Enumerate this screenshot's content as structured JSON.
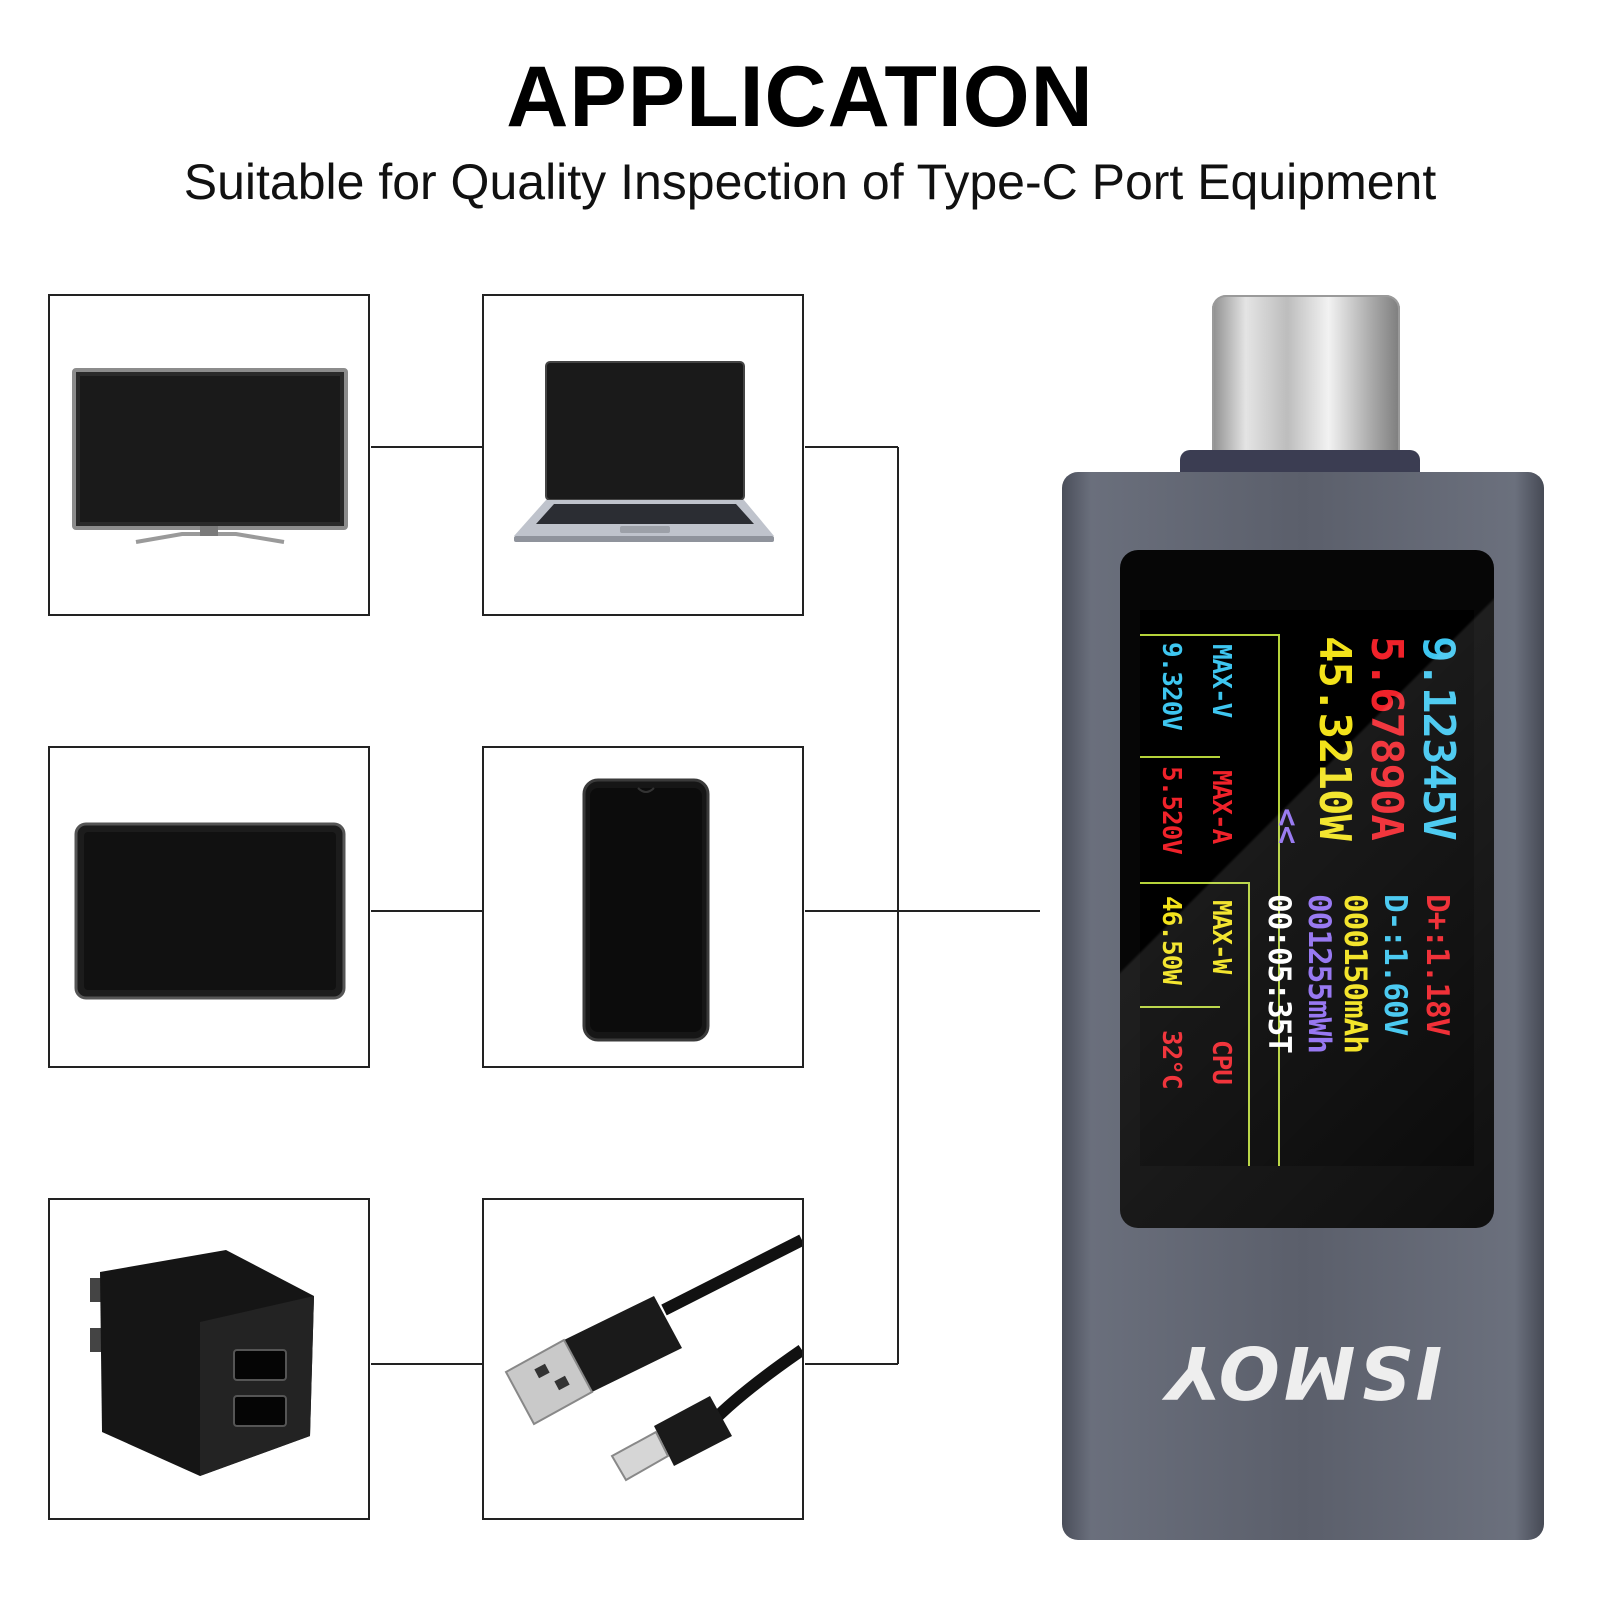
{
  "header": {
    "title": "APPLICATION",
    "subtitle": "Suitable for Quality Inspection of Type-C Port Equipment"
  },
  "devices": [
    {
      "icon": "television-icon"
    },
    {
      "icon": "laptop-icon"
    },
    {
      "icon": "tablet-icon"
    },
    {
      "icon": "smartphone-icon"
    },
    {
      "icon": "wall-charger-icon"
    },
    {
      "icon": "usb-cable-icon"
    }
  ],
  "meter": {
    "brand": "ISMOY",
    "readings": {
      "voltage": "9.12345V",
      "current": "5.67890A",
      "power": "45.3210W",
      "direction": "<<",
      "d_plus": "D+:1.18V",
      "d_minus": "D-:1.60V",
      "capacity": "000150mAh",
      "energy": "001255mWh",
      "time": "00:05:35T"
    },
    "stats": {
      "max_v_label": "MAX-V",
      "max_v_value": "9.320V",
      "max_a_label": "MAX-A",
      "max_a_value": "5.520V",
      "max_w_label": "MAX-W",
      "max_w_value": "46.50W",
      "cpu_label": "CPU",
      "cpu_value": "32°C"
    },
    "colors": {
      "voltage": "#3ec6f0",
      "current": "#f0222a",
      "power": "#f2e21a",
      "direction": "#8f6df0",
      "dplus": "#f0222a",
      "dminus": "#3ec6f0",
      "capacity": "#f2e21a",
      "energy": "#8f6df0",
      "time": "#ffffff",
      "grid": "#b5d33a",
      "body": "#5b5f6b"
    }
  }
}
